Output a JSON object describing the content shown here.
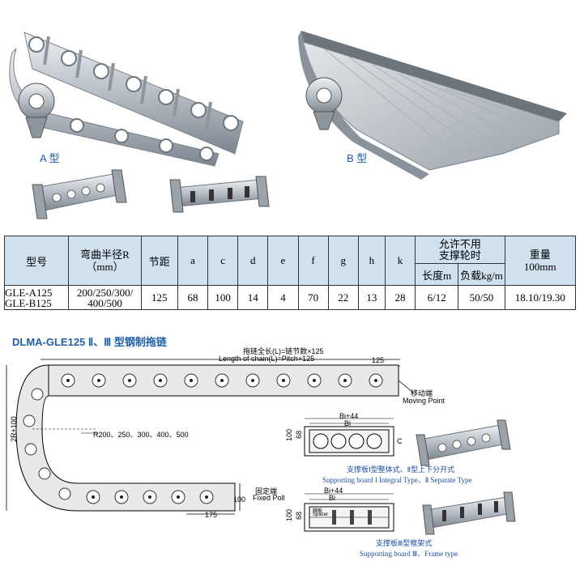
{
  "photos": {
    "caption_a": "A 型",
    "caption_b": "B 型"
  },
  "table": {
    "headers": {
      "model": "型号",
      "bend_radius": "弯曲半径R\n（mm）",
      "pitch": "节距",
      "a": "a",
      "c": "c",
      "d": "d",
      "e": "e",
      "f": "f",
      "g": "g",
      "h": "h",
      "k": "k",
      "allowed_unsupported": "允许不用\n支撑轮时",
      "length": "长度m",
      "load": "负载kg/m",
      "weight": "重量\n100mm"
    },
    "row": {
      "model": "GLE-A125\nGLE-B125",
      "bend_radius": "200/250/300/\n400/500",
      "pitch": "125",
      "a": "68",
      "c": "100",
      "d": "14",
      "e": "4",
      "f": "70",
      "g": "22",
      "h": "13",
      "k": "28",
      "length": "6/12",
      "load": "50/50",
      "weight": "18.10/19.30"
    }
  },
  "drawing": {
    "title": "DLMA-GLE125 Ⅱ、Ⅲ 型钢制拖链",
    "chain_length_cn": "拖链全长(L)=链节数×125",
    "chain_length_en": "Length of chain(L)=Pitch×125",
    "pitch_dim": "125",
    "moving_cn": "移动端",
    "moving_en": "Moving Point",
    "radius_label": "R200、250、300、400、500",
    "height_label": "2R+100",
    "fixed_cn": "固定端",
    "fixed_en": "Fixed Poll",
    "dim_175": "175",
    "dim_100": "100"
  },
  "board1": {
    "dim_bi44": "Bi+44",
    "dim_bi": "Bi",
    "dim_100": "100",
    "dim_68": "68",
    "dim_c": "C",
    "caption_cn": "支撑板Ⅰ型整体式、Ⅱ型上下分开式",
    "caption_en": "Supporting board Ⅰ Integral Type、Ⅱ Separate Type"
  },
  "board3": {
    "dim_bi44": "Bi+44",
    "dim_bi": "Bi",
    "dim_100": "100",
    "dim_68": "68",
    "spacer_cn": "隔板",
    "spacer_en": "Spacer",
    "caption_cn": "支撑板Ⅲ型框架式",
    "caption_en": "Supporting board Ⅲ、Frame type"
  }
}
